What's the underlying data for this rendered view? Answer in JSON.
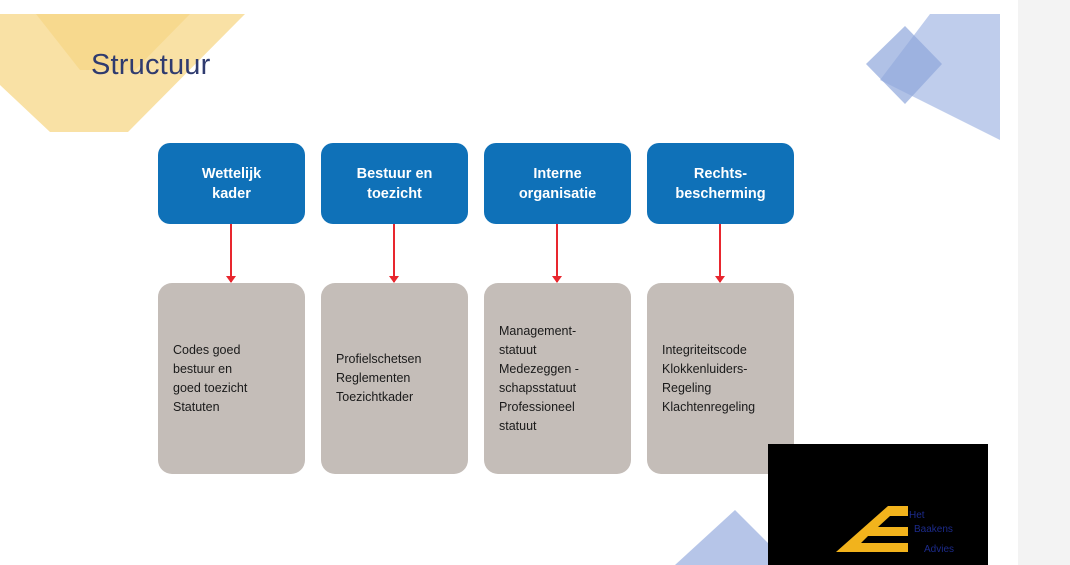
{
  "slide": {
    "title": "Structuur",
    "columns": [
      {
        "header": "Wettelijk\nkader",
        "body": "Codes goed\nbestuur en\ngoed toezicht\nStatuten"
      },
      {
        "header": "Bestuur en\ntoezicht",
        "body": "Profielschetsen\nReglementen\nToezichtkader"
      },
      {
        "header": "Interne\norganisatie",
        "body": "Management-\nstatuut\nMedezeggen -\nschapsstatuut\nProfessioneel\nstatuut"
      },
      {
        "header": "Rechts-\nbescherming",
        "body": "Integriteitscode\nKlokkenluiders-\nRegeling\nKlachtenregeling"
      }
    ],
    "logo": {
      "line1": "Het",
      "line2": "Baakens",
      "line3": "Advies"
    }
  },
  "colors": {
    "title": "#2f3b6f",
    "header_fill": "#0f71b8",
    "body_fill": "#c4bdb8",
    "connector": "#e8262e",
    "deco_yellow": "#f7d88a",
    "deco_blue": "#aebfe6",
    "logo_bg": "#000000",
    "logo_mark": "#f2b31c"
  }
}
